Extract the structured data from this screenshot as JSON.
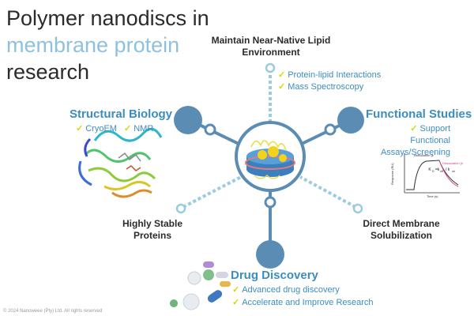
{
  "title": {
    "line1": "Polymer nanodiscs in",
    "line2": "membrane protein",
    "line3": "research"
  },
  "branches": {
    "top": {
      "heading": "Maintain Near-Native Lipid Environment",
      "items": [
        "Protein-lipid Interactions",
        "Mass Spectroscopy"
      ]
    },
    "structural": {
      "heading": "Structural Biology",
      "items": [
        "CryoEM",
        "NMR"
      ]
    },
    "functional": {
      "heading": "Functional Studies",
      "items": [
        "Support Functional",
        "Assays/Screening"
      ]
    },
    "stable": {
      "heading": "Highly Stable Proteins"
    },
    "solubilization": {
      "heading": "Direct Membrane Solubilization"
    },
    "drug": {
      "heading": "Drug Discovery",
      "items": [
        "Advanced drug discovery",
        "Accelerate and Improve Research"
      ]
    }
  },
  "sensorgram": {
    "association": "Association (k",
    "dissociation": "Dissociation (k",
    "ylabel": "Response (RU)",
    "xlabel": "Time (s)"
  },
  "copyright": "© 2024 Nanoweee (Pty) Ltd. All rights reserved",
  "colors": {
    "hub_blue": "#5b8db4",
    "dashed_blue": "#9ccbe0",
    "text_blue": "#3c8dbf",
    "check": "#d6d800"
  }
}
